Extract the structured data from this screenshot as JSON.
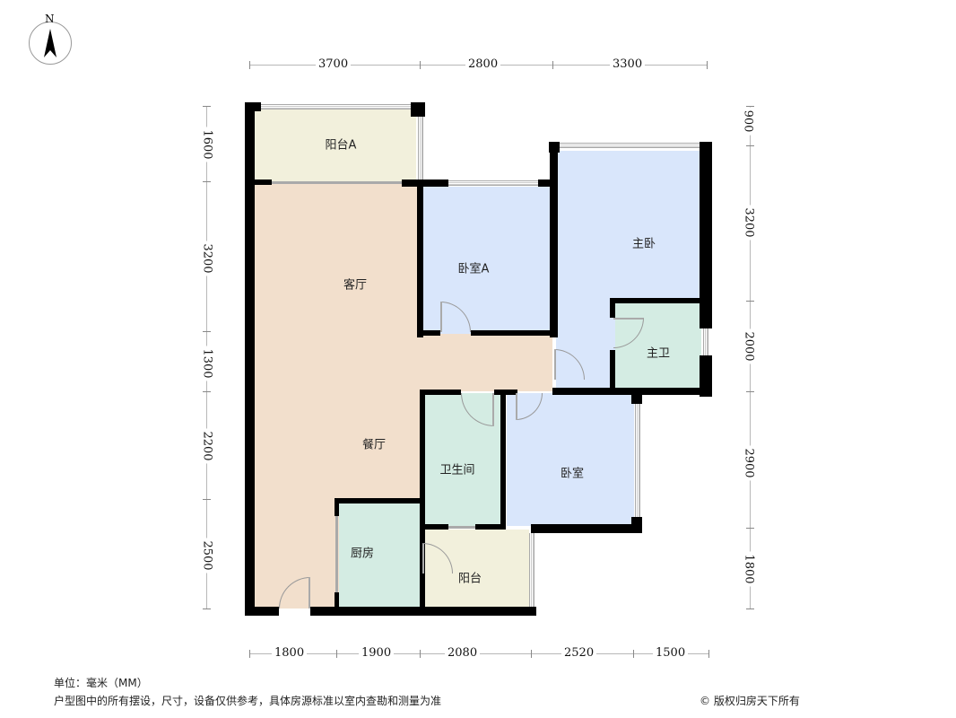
{
  "compass": {
    "label": "N",
    "icon": "north-arrow-icon"
  },
  "top_dimensions": [
    "3700",
    "2800",
    "3300"
  ],
  "bottom_dimensions": [
    "1800",
    "1900",
    "2080",
    "2520",
    "1500"
  ],
  "left_dimensions": [
    "1600",
    "3200",
    "1300",
    "2200",
    "2500"
  ],
  "right_dimensions": [
    "900",
    "3200",
    "2000",
    "2900",
    "1800"
  ],
  "rooms": {
    "balcony_a": {
      "label": "阳台A",
      "color": "#f2f0dc"
    },
    "living_room": {
      "label": "客厅",
      "color": "#f2dfcc"
    },
    "dining_room": {
      "label": "餐厅",
      "color": "#f2dfcc"
    },
    "bedroom_a": {
      "label": "卧室A",
      "color": "#d9e6fb"
    },
    "master_bedroom": {
      "label": "主卧",
      "color": "#d9e6fb"
    },
    "master_bath": {
      "label": "主卫",
      "color": "#d4ece3"
    },
    "bathroom": {
      "label": "卫生间",
      "color": "#d4ece3"
    },
    "bedroom": {
      "label": "卧室",
      "color": "#d9e6fb"
    },
    "kitchen": {
      "label": "厨房",
      "color": "#d4ece3"
    },
    "balcony": {
      "label": "阳台",
      "color": "#f2f0dc"
    }
  },
  "footer": {
    "unit": "单位：毫米（MM）",
    "disclaimer": "户型图中的所有摆设，尺寸，设备仅供参考，具体房源标准以室内查勘和测量为准",
    "copyright": "© 版权归房天下所有"
  }
}
